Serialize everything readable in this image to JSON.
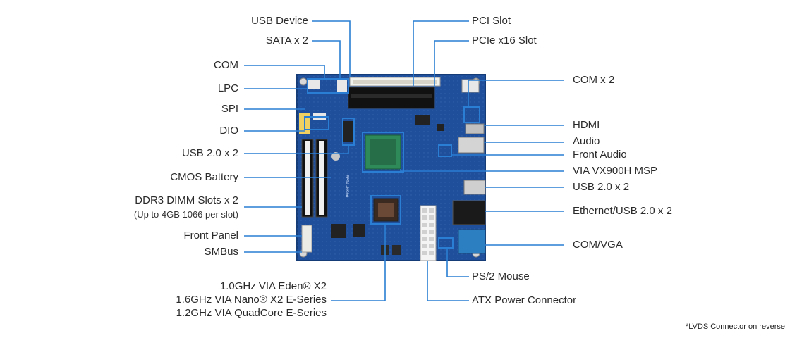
{
  "colors": {
    "leader": "#2a7fd4",
    "pcb": "#1f4f9a",
    "pcb_dark": "#163c78",
    "text": "#2b2b2b"
  },
  "labels_left": {
    "usb_device": "USB Device",
    "sata": "SATA x 2",
    "com": "COM",
    "lpc": "LPC",
    "spi": "SPI",
    "dio": "DIO",
    "usb20": "USB 2.0 x 2",
    "cmos": "CMOS Battery",
    "ddr3": "DDR3 DIMM Slots x 2",
    "ddr3_sub": "(Up to 4GB 1066 per slot)",
    "front_panel": "Front Panel",
    "smbus": "SMBus"
  },
  "labels_right": {
    "pci": "PCI Slot",
    "pcie": "PCIe x16 Slot",
    "com2": "COM x 2",
    "hdmi": "HDMI",
    "audio": "Audio",
    "front_audio": "Front Audio",
    "via_msp": "VIA VX900H MSP",
    "usb20": "USB 2.0 x 2",
    "eth_usb": "Ethernet/USB 2.0 x 2",
    "com_vga": "COM/VGA",
    "ps2": "PS/2 Mouse",
    "atx": "ATX Power Connector"
  },
  "cpu": {
    "line1": "1.0GHz VIA Eden® X2",
    "line2": "1.6GHz VIA Nano® X2 E-Series",
    "line3": "1.2GHz VIA QuadCore E-Series"
  },
  "board_silkscreen": {
    "model": "EPIA-M900"
  },
  "footnote": "*LVDS Connector on reverse"
}
